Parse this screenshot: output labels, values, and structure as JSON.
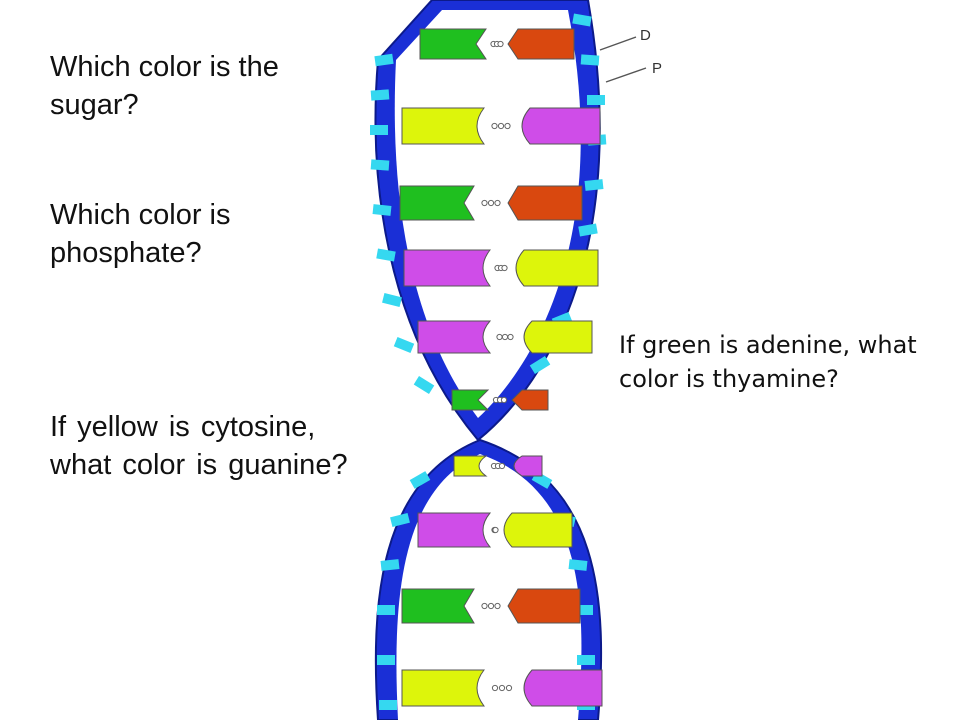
{
  "slide": {
    "questions": {
      "sugar": "Which color is the sugar?",
      "phosphate": "Which color is phosphate?",
      "guanine": "If yellow is cytosine, what color is guanine?",
      "thymine": "If green is adenine, what color is thyamine?"
    }
  },
  "diagram": {
    "labels": {
      "d": "D",
      "p": "P"
    },
    "colors": {
      "backbone": "#1a2fd6",
      "backbone_outline": "#0c1a8a",
      "phosphate_band": "#35d8f0",
      "green": "#1fbf1f",
      "orange": "#d9480f",
      "yellow": "#ddf50b",
      "magenta": "#cf4de8"
    },
    "base_pairs_upper": [
      [
        "green",
        "orange"
      ],
      [
        "yellow",
        "magenta"
      ],
      [
        "green",
        "orange"
      ],
      [
        "magenta",
        "yellow"
      ],
      [
        "magenta",
        "yellow"
      ],
      [
        "green",
        "orange"
      ]
    ],
    "base_pairs_lower": [
      [
        "yellow",
        "magenta"
      ],
      [
        "magenta",
        "yellow"
      ],
      [
        "green",
        "orange"
      ],
      [
        "yellow",
        "magenta"
      ]
    ]
  }
}
